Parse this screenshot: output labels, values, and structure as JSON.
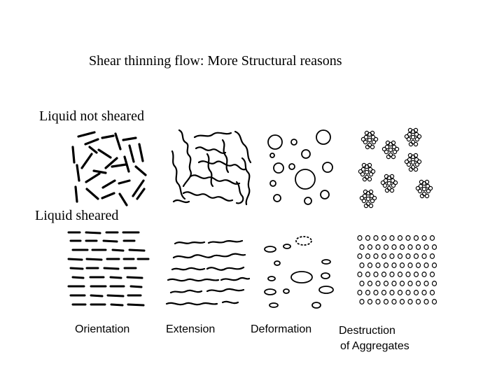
{
  "title": "Shear thinning flow: More Structural reasons",
  "rows": {
    "not_sheared": "Liquid not sheared",
    "sheared": "Liquid sheared"
  },
  "captions": {
    "orientation": "Orientation",
    "extension": "Extension",
    "deformation": "Deformation",
    "destruction_line1": "Destruction",
    "destruction_line2": "of Aggregates"
  },
  "colors": {
    "ink": "#000000",
    "background": "#ffffff"
  }
}
